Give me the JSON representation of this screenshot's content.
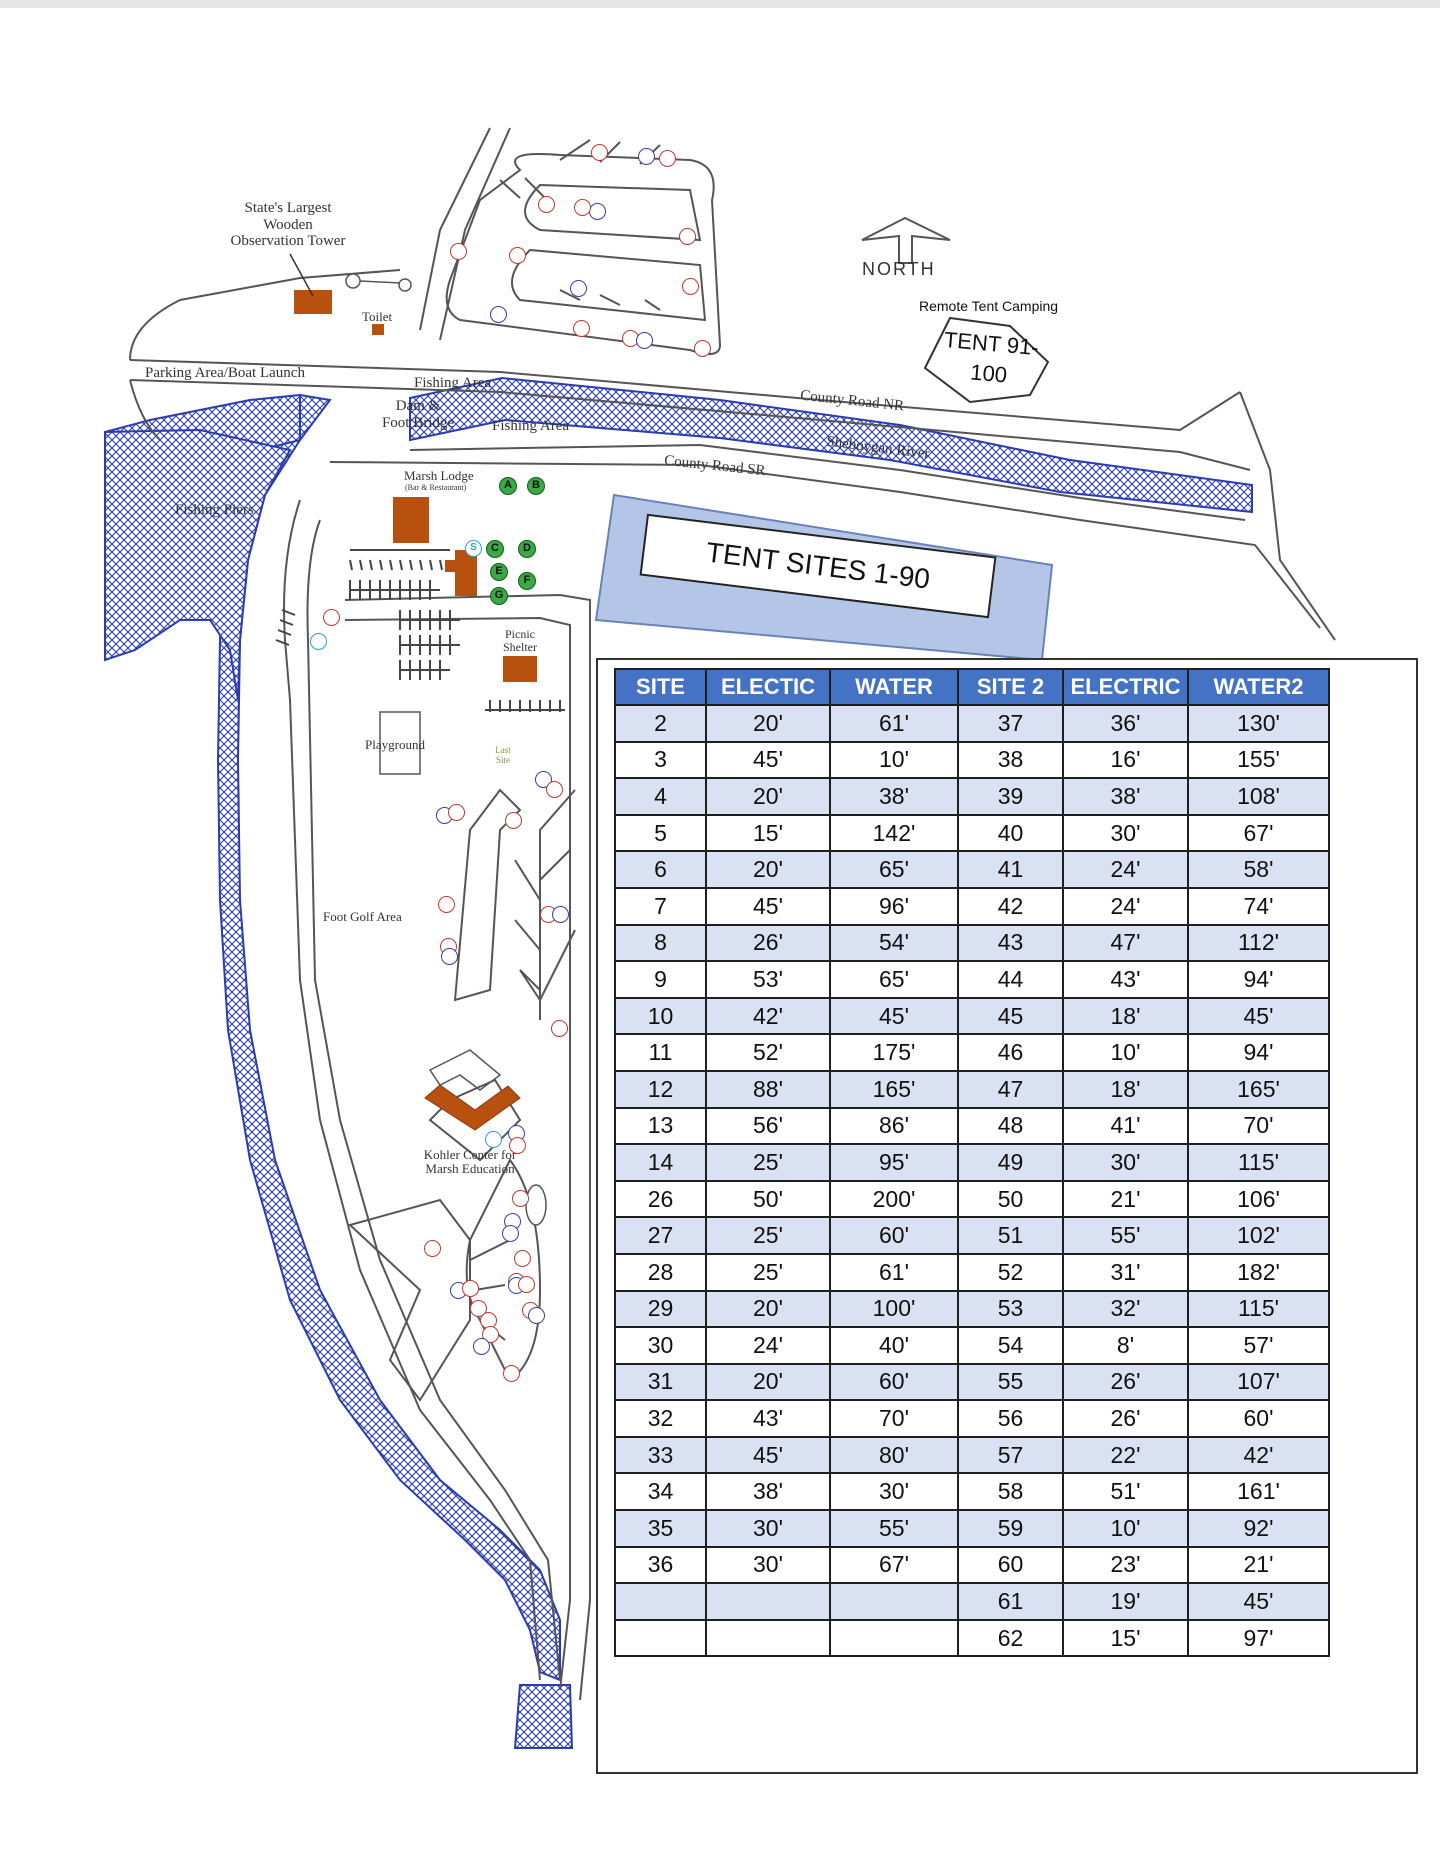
{
  "map": {
    "labels": {
      "tower": "State's Largest\nWooden\nObservation Tower",
      "toilet": "Toilet",
      "parking": "Parking Area/Boat Launch",
      "fishing_area_top": "Fishing Area",
      "dam": "Dam &\nFoot Bridge",
      "fishing_area_mid": "Fishing Area",
      "fishing_piers": "Fishing Piers",
      "marsh_lodge": "Marsh Lodge",
      "marsh_lodge_sub": "(Bar & Restaurant)",
      "county_road_nr": "County Road NR",
      "sheboygan_river": "Sheboygan River",
      "county_road_sr": "County Road SR",
      "north": "NORTH",
      "remote_tent": "Remote Tent Camping",
      "tent_91_100": "TENT 91-\n100",
      "tent_sites": "TENT SITES 1-90",
      "picnic_shelter": "Picnic\nShelter",
      "playground": "Playground",
      "last_site": "Last\nSite",
      "foot_golf": "Foot Golf Area",
      "kohler_center": "Kohler Center for\nMarsh Education"
    },
    "amenity_markers": [
      "A",
      "B",
      "C",
      "D",
      "E",
      "F",
      "G",
      "S"
    ]
  },
  "table": {
    "headers": [
      "SITE",
      "ELECTIC",
      "WATER",
      "SITE 2",
      "ELECTRIC",
      "WATER2"
    ],
    "rows": [
      [
        "2",
        "20'",
        "61'",
        "37",
        "36'",
        "130'"
      ],
      [
        "3",
        "45'",
        "10'",
        "38",
        "16'",
        "155'"
      ],
      [
        "4",
        "20'",
        "38'",
        "39",
        "38'",
        "108'"
      ],
      [
        "5",
        "15'",
        "142'",
        "40",
        "30'",
        "67'"
      ],
      [
        "6",
        "20'",
        "65'",
        "41",
        "24'",
        "58'"
      ],
      [
        "7",
        "45'",
        "96'",
        "42",
        "24'",
        "74'"
      ],
      [
        "8",
        "26'",
        "54'",
        "43",
        "47'",
        "112'"
      ],
      [
        "9",
        "53'",
        "65'",
        "44",
        "43'",
        "94'"
      ],
      [
        "10",
        "42'",
        "45'",
        "45",
        "18'",
        "45'"
      ],
      [
        "11",
        "52'",
        "175'",
        "46",
        "10'",
        "94'"
      ],
      [
        "12",
        "88'",
        "165'",
        "47",
        "18'",
        "165'"
      ],
      [
        "13",
        "56'",
        "86'",
        "48",
        "41'",
        "70'"
      ],
      [
        "14",
        "25'",
        "95'",
        "49",
        "30'",
        "115'"
      ],
      [
        "26",
        "50'",
        "200'",
        "50",
        "21'",
        "106'"
      ],
      [
        "27",
        "25'",
        "60'",
        "51",
        "55'",
        "102'"
      ],
      [
        "28",
        "25'",
        "61'",
        "52",
        "31'",
        "182'"
      ],
      [
        "29",
        "20'",
        "100'",
        "53",
        "32'",
        "115'"
      ],
      [
        "30",
        "24'",
        "40'",
        "54",
        "8'",
        "57'"
      ],
      [
        "31",
        "20'",
        "60'",
        "55",
        "26'",
        "107'"
      ],
      [
        "32",
        "43'",
        "70'",
        "56",
        "26'",
        "60'"
      ],
      [
        "33",
        "45'",
        "80'",
        "57",
        "22'",
        "42'"
      ],
      [
        "34",
        "38'",
        "30'",
        "58",
        "51'",
        "161'"
      ],
      [
        "35",
        "30'",
        "55'",
        "59",
        "10'",
        "92'"
      ],
      [
        "36",
        "30'",
        "67'",
        "60",
        "23'",
        "21'"
      ],
      [
        "",
        "",
        "",
        "61",
        "19'",
        "45'"
      ],
      [
        "",
        "",
        "",
        "62",
        "15'",
        "97'"
      ]
    ]
  },
  "colors": {
    "water": "#2b3cb0",
    "building": "#b8500f",
    "tent_area": "#b4c6e7",
    "table_header": "#4472c4",
    "table_band": "#d9e1f2"
  }
}
